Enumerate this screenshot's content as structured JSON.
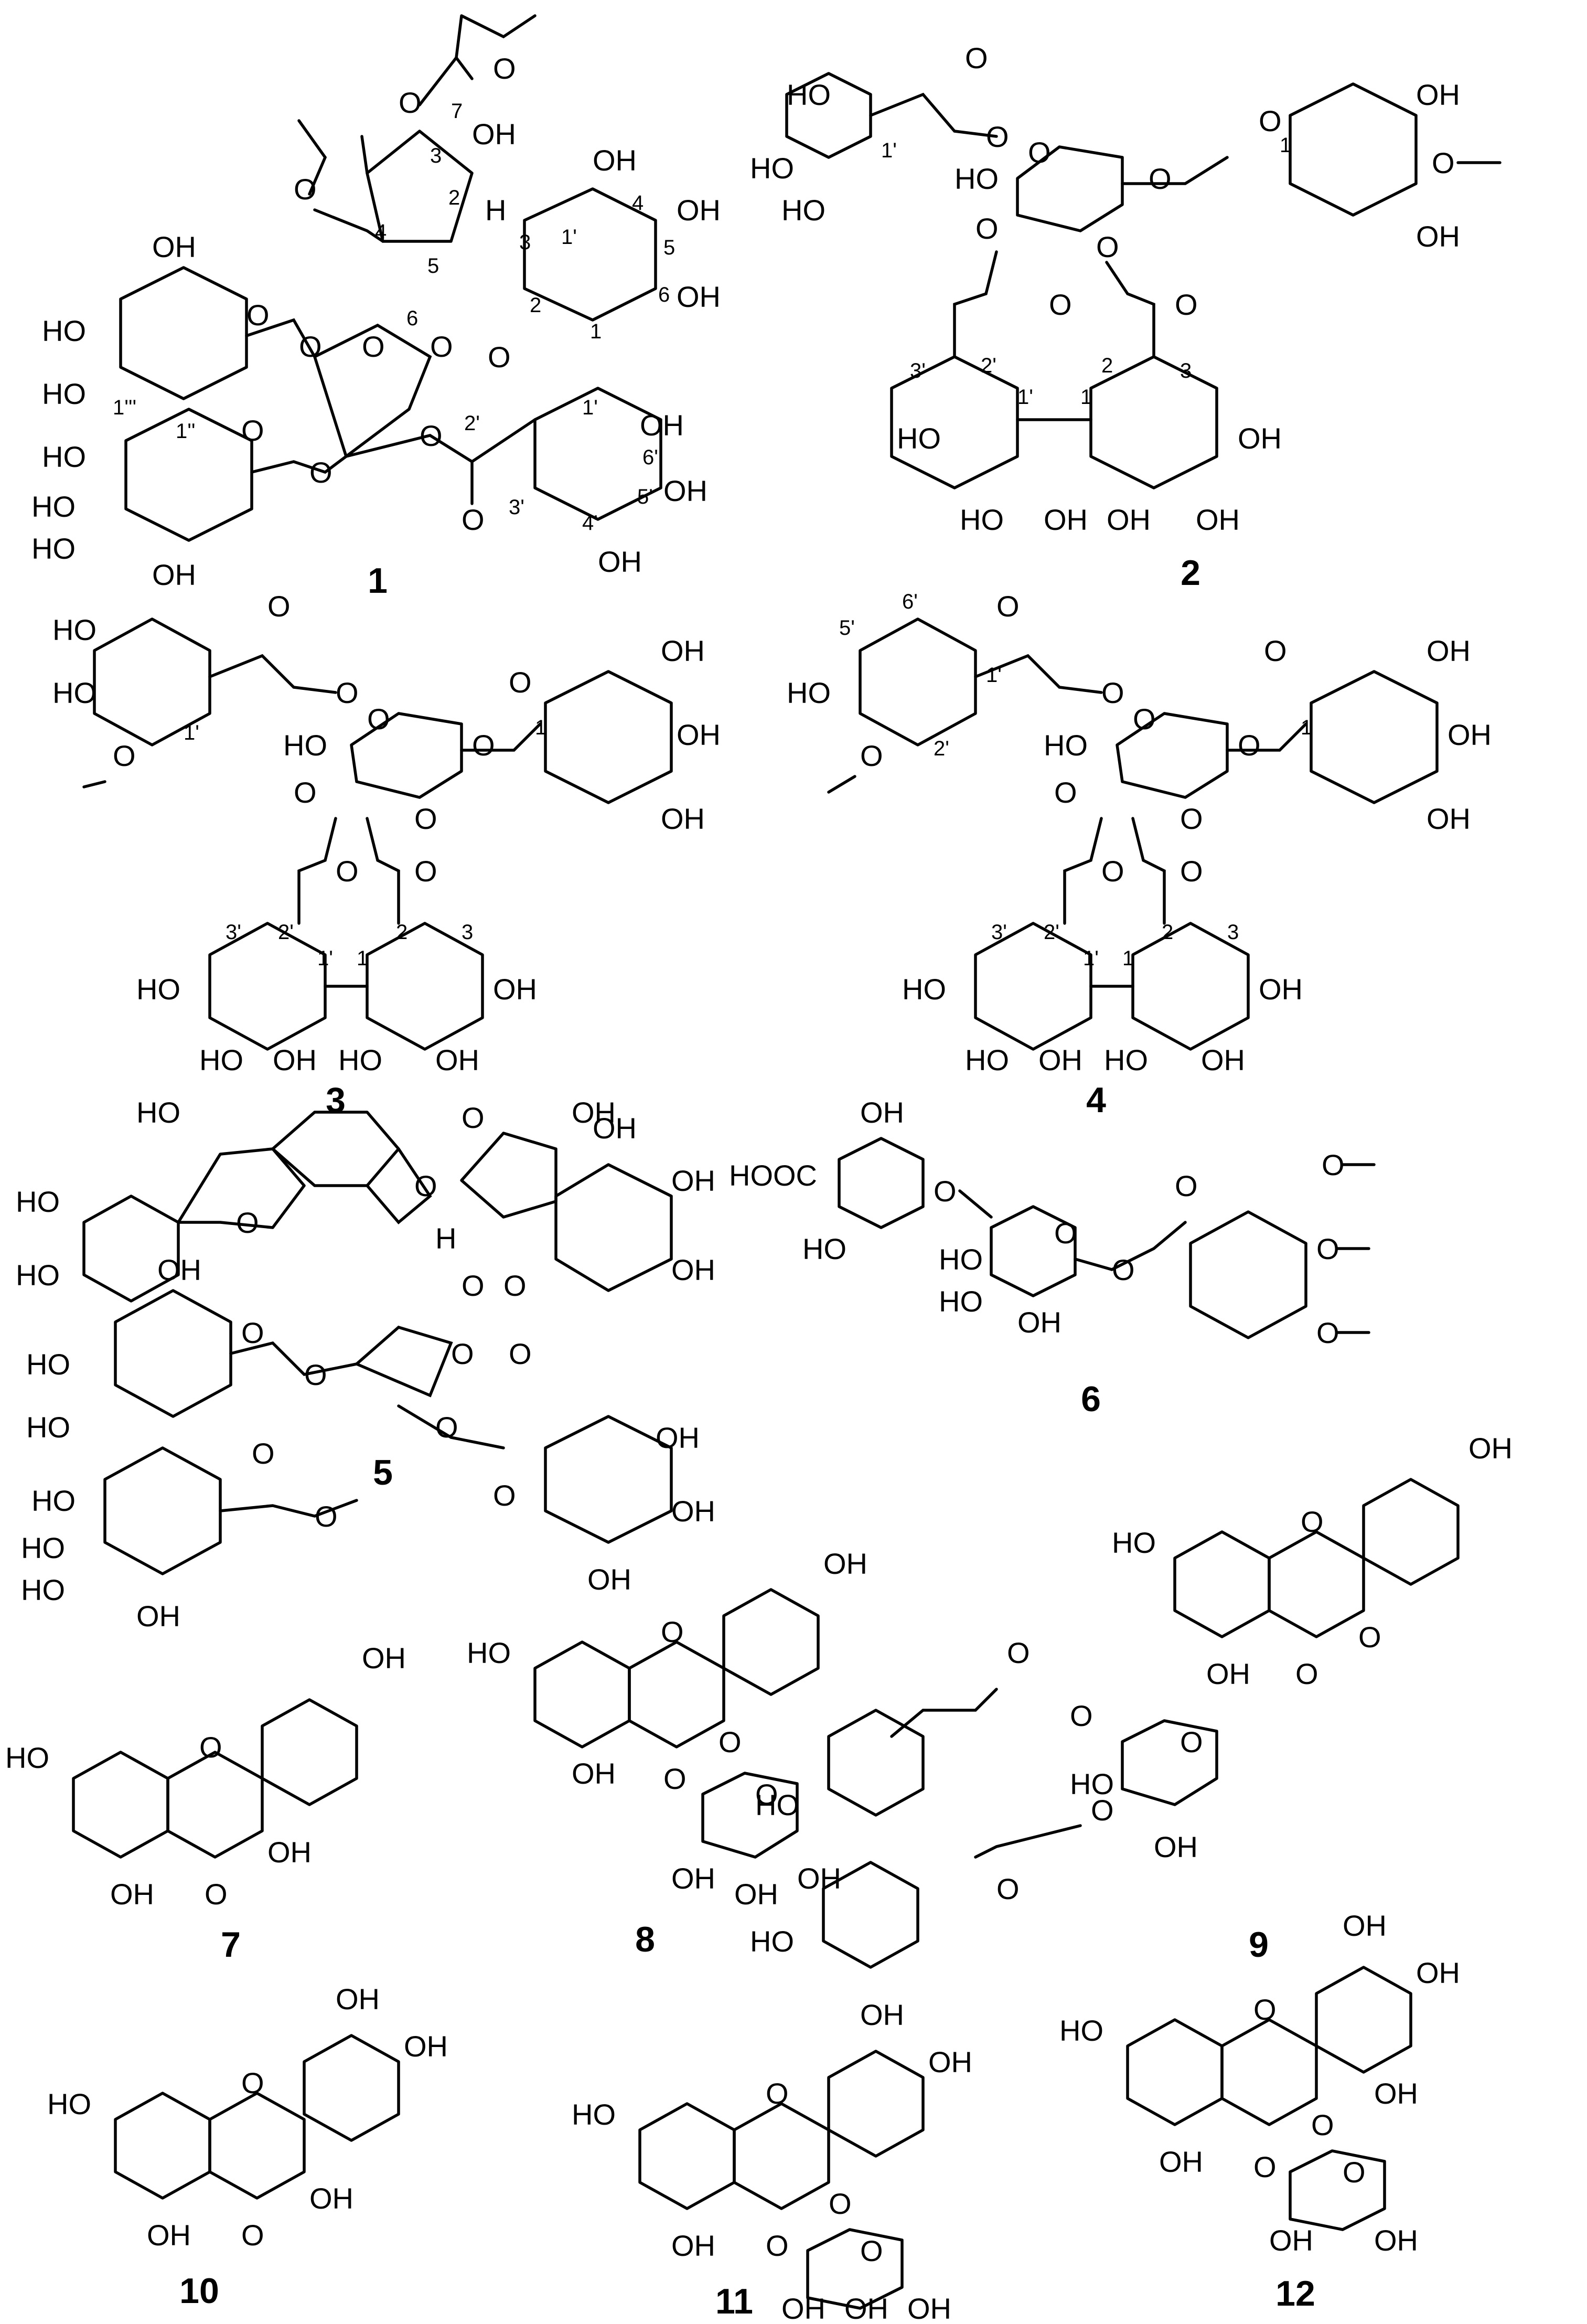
{
  "compounds": [
    {
      "id": "1",
      "label": "1"
    },
    {
      "id": "2",
      "label": "2"
    },
    {
      "id": "3",
      "label": "3"
    },
    {
      "id": "4",
      "label": "4"
    },
    {
      "id": "5",
      "label": "5"
    },
    {
      "id": "6",
      "label": "6"
    },
    {
      "id": "7",
      "label": "7"
    },
    {
      "id": "8",
      "label": "8"
    },
    {
      "id": "9",
      "label": "9"
    },
    {
      "id": "10",
      "label": "10"
    },
    {
      "id": "11",
      "label": "11"
    },
    {
      "id": "12",
      "label": "12"
    }
  ],
  "atoms": {
    "oh": "OH",
    "ho": "HO",
    "o": "O",
    "h": "H",
    "hooc": "HOOC"
  },
  "numbering": {
    "c1": "1",
    "c2": "2",
    "c3": "3",
    "c4": "4",
    "c5": "5",
    "c6": "6",
    "c7": "7",
    "c1p": "1'",
    "c2p": "2'",
    "c3p": "3'",
    "c4p": "4'",
    "c5p": "5'",
    "c6p": "6'",
    "c1pp": "1''",
    "c1ppp": "1'''"
  }
}
